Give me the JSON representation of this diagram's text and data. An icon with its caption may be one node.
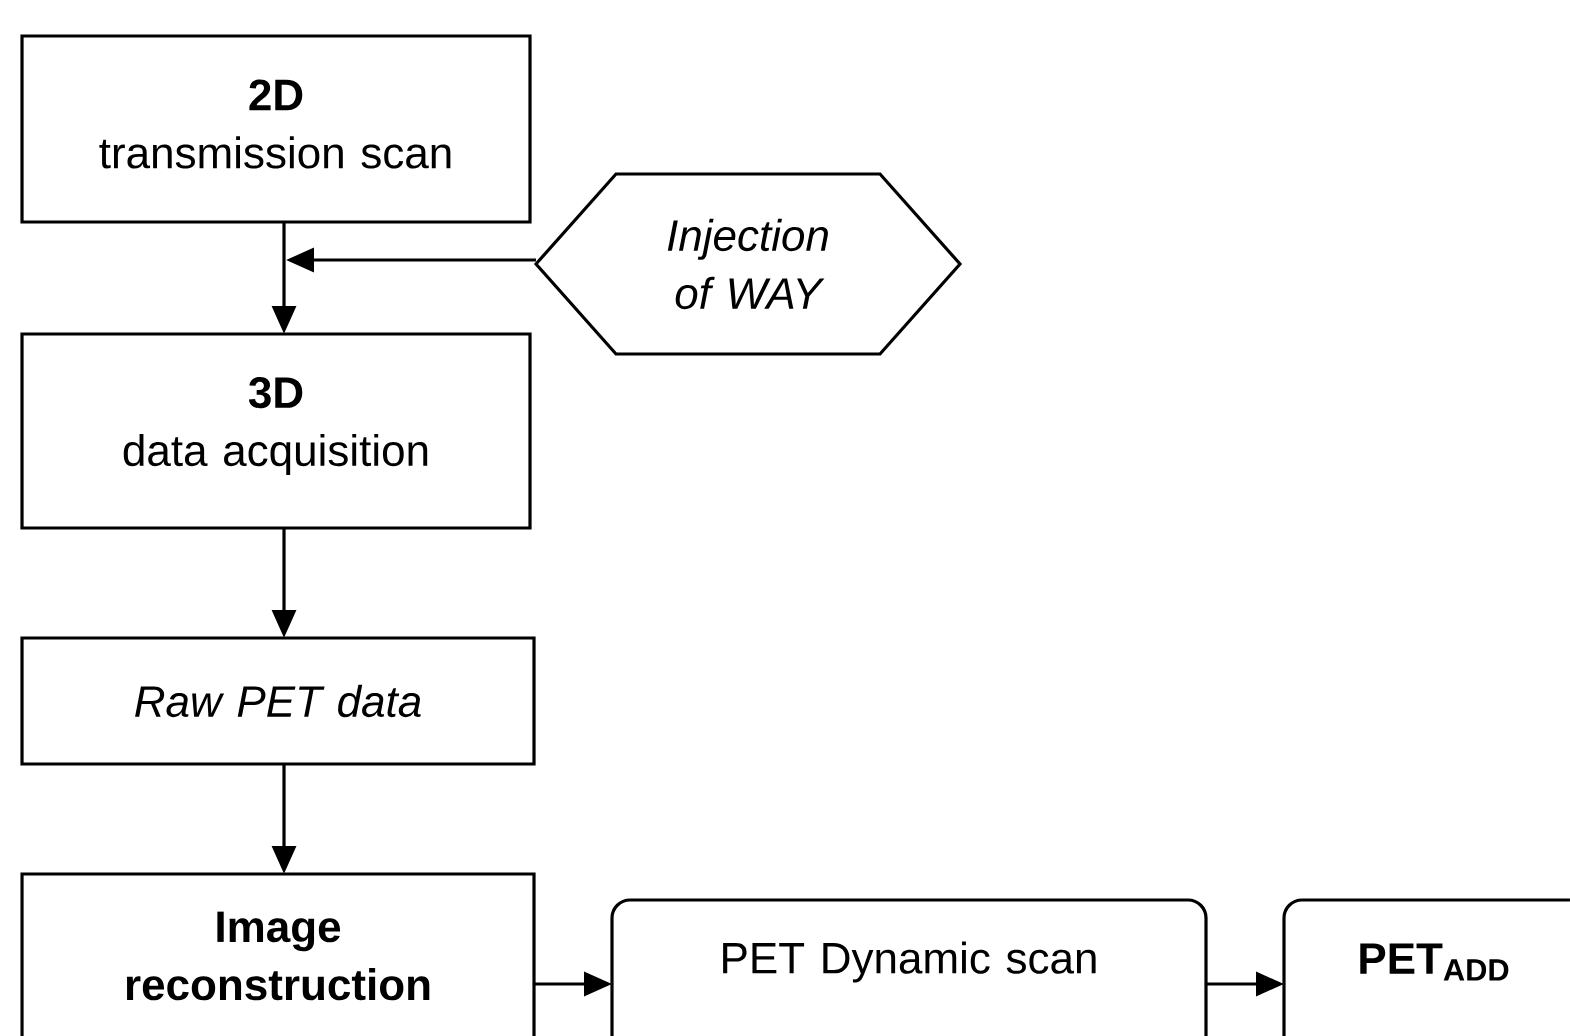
{
  "diagram": {
    "nodes": [
      {
        "text": [
          "2D",
          "transmission scan"
        ]
      },
      {
        "text": [
          "Injection of WAY"
        ]
      },
      {
        "text": [
          "3D",
          "data acquisition"
        ]
      },
      {
        "text": [
          "Raw PET data"
        ]
      },
      {
        "text": [
          "Image reconstruction"
        ]
      },
      {
        "text": [
          "PET Dynamic scan"
        ]
      },
      {
        "text": [
          "PET$_{ADD}$"
        ]
      }
    ],
    "edges": [
      {
        "from": 0,
        "to": 2,
        "arrow": "to"
      },
      {
        "from": 1,
        "to": null,
        "arrow": "to"
      },
      {
        "from": 2,
        "to": 3,
        "arrow": "to"
      },
      {
        "from": 3,
        "to": 4,
        "arrow": "to"
      },
      {
        "from": 4,
        "to": 5,
        "arrow": "to"
      },
      {
        "from": 5,
        "to": 6,
        "arrow": "to"
      }
    ]
  }
}
